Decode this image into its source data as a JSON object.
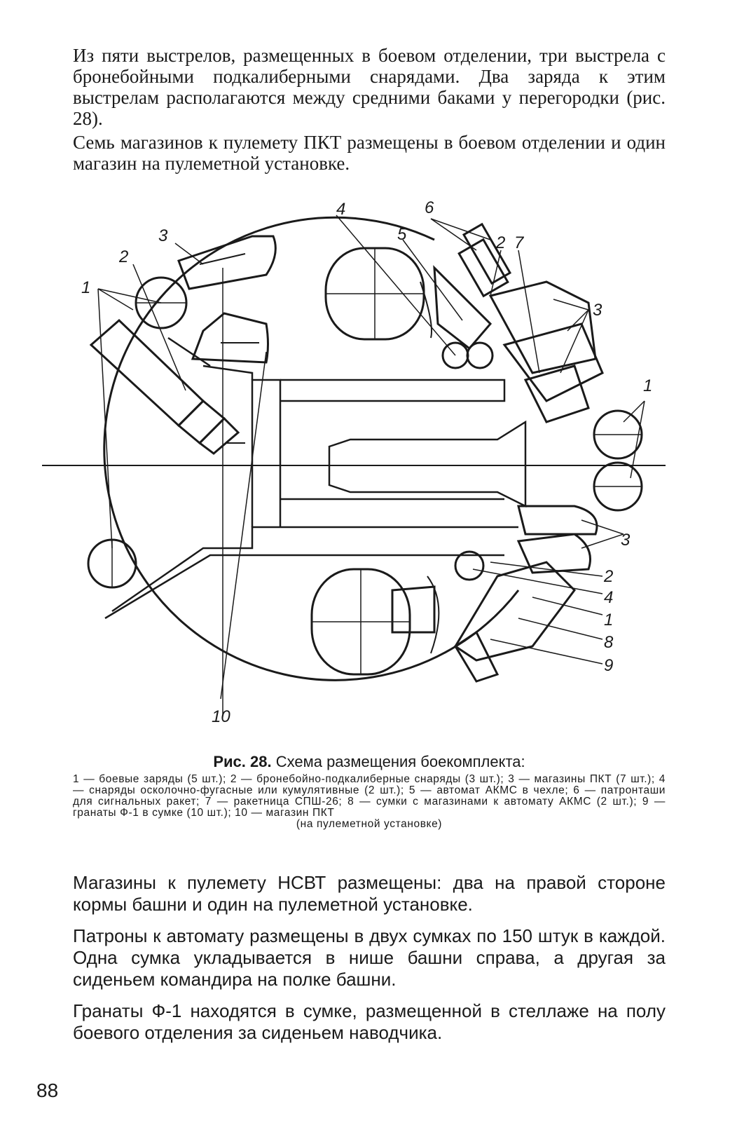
{
  "body": {
    "para1": "Из пяти выстрелов, размещенных в боевом отделении, три выстрела с бронебойными подкалиберными снарядами. Два заряда к этим выстрелам располагаются между средними баками у перегородки (рис. 28).",
    "para2": "Семь магазинов к пулемету ПКТ размещены в боевом отделении и один магазин на пулеметной установке.",
    "para3": "Магазины к пулемету НСВТ размещены: два на правой стороне кормы башни и один на пулеметной установке.",
    "para4": "Патроны к автомату размещены в двух сумках по 150 штук в каждой. Одна сумка укладывается в нише башни справа, а другая за сиденьем командира на полке башни.",
    "para5": "Гранаты Ф-1 находятся в сумке, размещенной в стеллаже на полу боевого отделения за сиденьем наводчика."
  },
  "figure": {
    "labels": {
      "l1_left": "1",
      "l2_left": "2",
      "l3_left": "3",
      "l4_top": "4",
      "l5_top": "5",
      "l6_top": "6",
      "l2_top": "2",
      "l7_top": "7",
      "l3_right": "3",
      "l1_right": "1",
      "l3_right_lower": "3",
      "l2_right": "2",
      "l4_right": "4",
      "l1_right_lower": "1",
      "l8_right": "8",
      "l9_right": "9",
      "l10_bottom": "10"
    },
    "caption_number": "Рис. 28.",
    "caption_title": "Схема размещения боекомплекта:",
    "legend": "1 — боевые заряды (5 шт.); 2 — бронебойно-подкалиберные снаряды (3 шт.); 3 — магазины ПКТ (7 шт.); 4 — снаряды осколочно-фугасные или кумулятивные (2 шт.); 5 — автомат АКМС в чехле; 6 — патронташи для сигнальных ракет; 7 — ракетница СПШ-26; 8 — сумки с магазинами к автомату АКМС (2 шт.); 9 — гранаты Ф-1 в сумке (10 шт.); 10 — магазин ПКТ",
    "legend_last": "(на пулеметной установке)"
  },
  "page_number": "88"
}
